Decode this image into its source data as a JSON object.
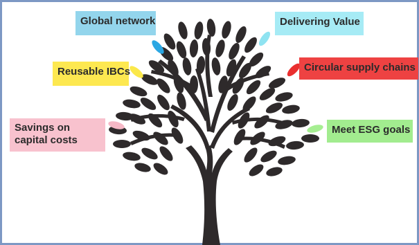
{
  "labels": {
    "global_network": "Global network",
    "delivering_value": "Delivering Value",
    "reusable_ibcs": "Reusable IBCs",
    "circular_supply_chains": "Circular supply chains",
    "savings": "Savings on capital costs",
    "esg": "Meet ESG goals"
  },
  "colors": {
    "global_network": "#93d5ec",
    "delivering_value": "#a6ebf5",
    "reusable_ibcs": "#fde850",
    "circular_supply_chains": "#ee4242",
    "savings": "#f8c2ce",
    "esg": "#a2ec8f",
    "tree": "#2e2a2b",
    "frame_border": "#7d98c4",
    "leaf_blue": "#2ba7e3",
    "leaf_cyan": "#8fe3f1",
    "leaf_yellow": "#fbe84a",
    "leaf_red": "#ea2f2f",
    "leaf_pink": "#f6b8c6",
    "leaf_green": "#a6ee92"
  }
}
